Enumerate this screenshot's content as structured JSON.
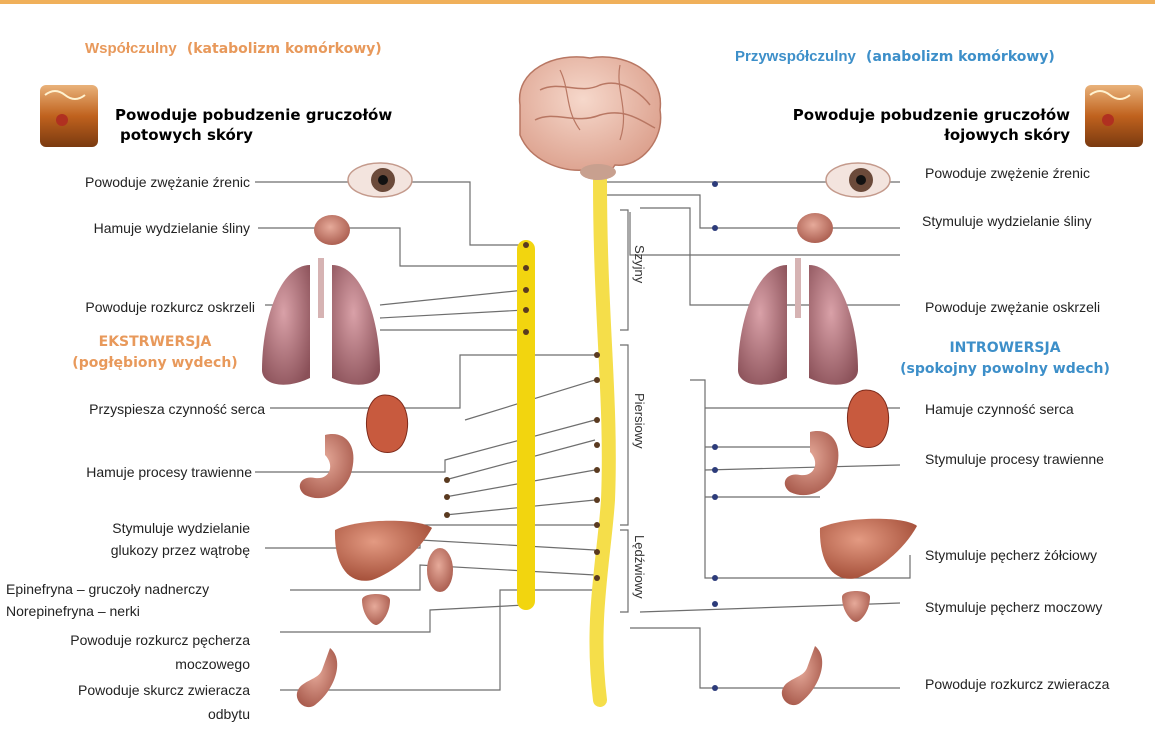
{
  "colors": {
    "sympathetic": "#e8995b",
    "parasympathetic": "#3d8fc9",
    "chain": "#f2d50f",
    "cord": "#f5de4a",
    "line": "#6e6e6e",
    "organ": "#c98474",
    "brain": "#e9b8a6"
  },
  "sympathetic": {
    "title": "Współczulny",
    "subtitle": "(katabolizm komórkowy)",
    "skin_effect": [
      "Powoduje pobudzenie gruczołów",
      "potowych skóry"
    ],
    "mode": [
      "EKSTRWERSJA",
      "(pogłębiony wydech)"
    ],
    "effects": [
      "Powoduje zwężanie źrenic",
      "Hamuje wydzielanie śliny",
      "Powoduje rozkurcz oskrzeli",
      "Przyspiesza czynność serca",
      "Hamuje procesy trawienne",
      "Stymuluje wydzielanie",
      "glukozy przez wątrobę",
      "Epinefryna – gruczoły nadnerczy",
      "Norepinefryna – nerki",
      "Powoduje rozkurcz pęcherza",
      "moczowego",
      "Powoduje skurcz zwieracza",
      "odbytu"
    ]
  },
  "parasympathetic": {
    "title": "Przywspółczulny",
    "subtitle": "(anabolizm komórkowy)",
    "skin_effect": [
      "Powoduje pobudzenie gruczołów",
      "łojowych skóry"
    ],
    "mode": [
      "INTROWERSJA",
      "(spokojny powolny wdech)"
    ],
    "effects": [
      "Powoduje zwężenie źrenic",
      "Stymuluje wydzielanie śliny",
      "Powoduje zwężanie oskrzeli",
      "Hamuje czynność serca",
      "Stymuluje procesy trawienne",
      "Stymuluje pęcherz żółciowy",
      "Stymuluje pęcherz moczowy",
      "Powoduje rozkurcz zwieracza"
    ]
  },
  "spine_segments": [
    "Szyjny",
    "Piersiowy",
    "Lędźwiowy"
  ],
  "icons": [
    "skin-tissue-icon",
    "eye-icon",
    "salivary-gland-icon",
    "lungs-icon",
    "heart-icon",
    "stomach-icon",
    "liver-icon",
    "kidney-icon",
    "bladder-icon",
    "colon-icon",
    "brain-icon"
  ]
}
